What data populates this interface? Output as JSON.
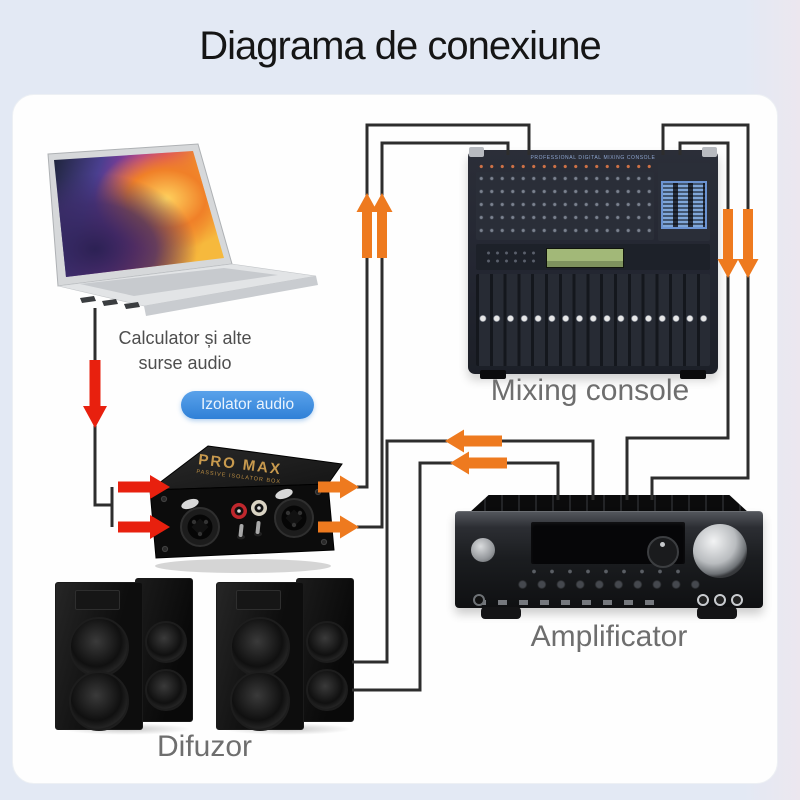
{
  "title": "Diagrama de conexiune",
  "laptop": {
    "caption_line1": "Calculator și alte",
    "caption_line2": "surse audio"
  },
  "isolator": {
    "badge_label": "Izolator audio",
    "brand": "PRO MAX",
    "model": "PASSIVE ISOLATOR BOX"
  },
  "mixing_console": {
    "caption": "Mixing console",
    "panel_label": "PROFESSIONAL DIGITAL MIXING CONSOLE"
  },
  "amplifier": {
    "caption": "Amplificator"
  },
  "speakers": {
    "caption": "Difuzor"
  },
  "connections": [
    {
      "from": "laptop",
      "to": "isolator",
      "arrow_color": "red"
    },
    {
      "from": "isolator",
      "to": "mixing_console",
      "arrow_color": "orange"
    },
    {
      "from": "mixing_console",
      "to": "amplifier",
      "arrow_color": "orange"
    },
    {
      "from": "amplifier",
      "to": "speakers",
      "arrow_color": "orange"
    }
  ],
  "colors": {
    "arrow_red": "#e8200e",
    "arrow_orange": "#ee7a1f",
    "badge_blue": "#3d8ee2",
    "line_dark": "#2d2d2d",
    "background": "#e3e9f4",
    "card_background": "#fefefe"
  }
}
